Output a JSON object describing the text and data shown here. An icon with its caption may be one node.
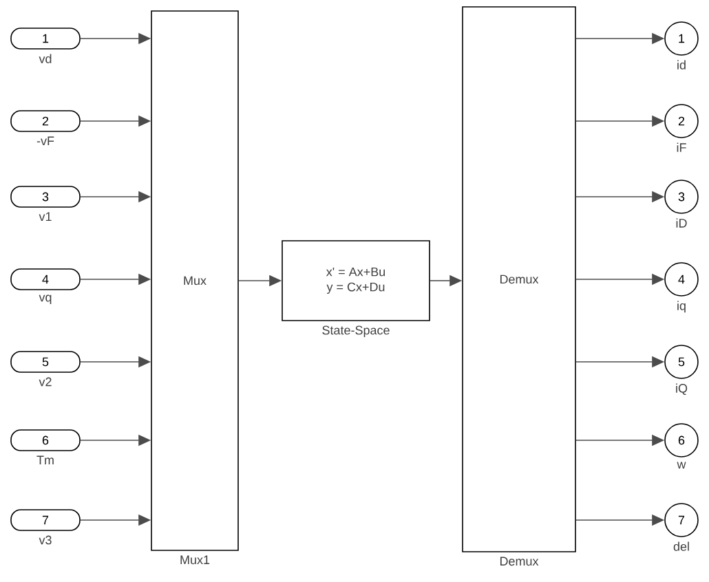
{
  "diagram": {
    "nodes": [
      {
        "text": [
          "1"
        ],
        "beside": [
          "vd"
        ]
      },
      {
        "text": [
          "2"
        ],
        "beside": [
          "-vF"
        ]
      },
      {
        "text": [
          "3"
        ],
        "beside": [
          "v1"
        ]
      },
      {
        "text": [
          "4"
        ],
        "beside": [
          "vq"
        ]
      },
      {
        "text": [
          "5"
        ],
        "beside": [
          "v2"
        ]
      },
      {
        "text": [
          "6"
        ],
        "beside": [
          "Tm"
        ]
      },
      {
        "text": [
          "7"
        ],
        "beside": [
          "v3"
        ]
      },
      {
        "text": [
          "Mux"
        ],
        "beside": [
          "Mux1"
        ]
      },
      {
        "text": [
          "x' = Ax+Bu",
          "y = Cx+Du"
        ],
        "beside": [
          "State-Space"
        ]
      },
      {
        "text": [
          "Demux"
        ],
        "beside": [
          "Demux"
        ]
      },
      {
        "text": [
          "1"
        ],
        "beside": [
          "id"
        ]
      },
      {
        "text": [
          "2"
        ],
        "beside": [
          "iF"
        ]
      },
      {
        "text": [
          "3"
        ],
        "beside": [
          "iD"
        ]
      },
      {
        "text": [
          "4"
        ],
        "beside": [
          "iq"
        ]
      },
      {
        "text": [
          "5"
        ],
        "beside": [
          "iQ"
        ]
      },
      {
        "text": [
          "6"
        ],
        "beside": [
          "w"
        ]
      },
      {
        "text": [
          "7"
        ],
        "beside": [
          "del"
        ]
      }
    ],
    "edges": [
      {
        "from": 0,
        "to": 7,
        "arrow": "to"
      },
      {
        "from": 1,
        "to": 7,
        "arrow": "to"
      },
      {
        "from": 2,
        "to": 7,
        "arrow": "to"
      },
      {
        "from": 3,
        "to": 7,
        "arrow": "to"
      },
      {
        "from": 4,
        "to": 7,
        "arrow": "to"
      },
      {
        "from": 5,
        "to": 7,
        "arrow": "to"
      },
      {
        "from": 6,
        "to": 7,
        "arrow": "to"
      },
      {
        "from": 7,
        "to": 8,
        "arrow": "to"
      },
      {
        "from": 8,
        "to": 9,
        "arrow": "to"
      },
      {
        "from": 9,
        "to": 10,
        "arrow": "to"
      },
      {
        "from": 9,
        "to": 11,
        "arrow": "to"
      },
      {
        "from": 9,
        "to": 12,
        "arrow": "to"
      },
      {
        "from": 9,
        "to": 13,
        "arrow": "to"
      },
      {
        "from": 9,
        "to": 14,
        "arrow": "to"
      },
      {
        "from": 9,
        "to": 15,
        "arrow": "to"
      },
      {
        "from": 9,
        "to": 16,
        "arrow": "to"
      }
    ]
  }
}
